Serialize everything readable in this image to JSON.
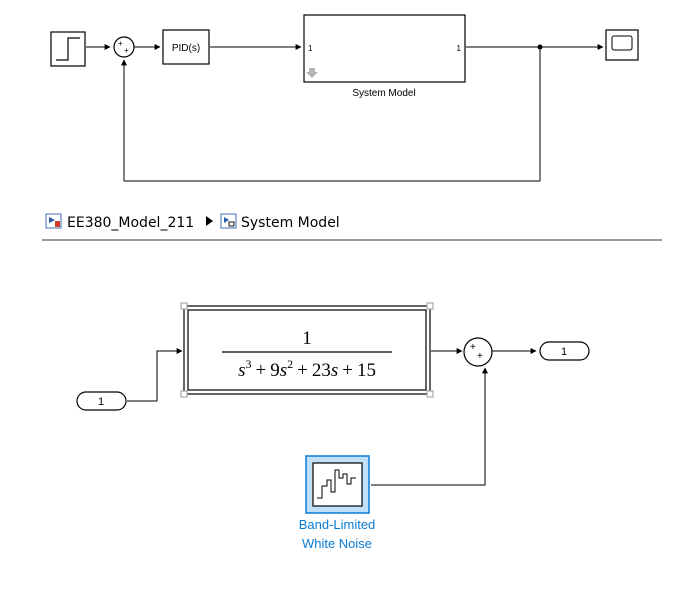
{
  "top_model": {
    "sum_signs": [
      "+",
      "+"
    ],
    "pid_label": "PID(s)",
    "subsystem": {
      "in_port": "1",
      "out_port": "1",
      "name": "System Model"
    }
  },
  "breadcrumb": {
    "items": [
      "EE380_Model_211",
      "System Model"
    ]
  },
  "sub_model": {
    "inport_label": "1",
    "outport_label": "1",
    "transfer_function": {
      "numerator": "1",
      "denominator_terms": [
        {
          "coef": "",
          "var": "s",
          "exp": "3"
        },
        {
          "op": "+",
          "coef": "9",
          "var": "s",
          "exp": "2"
        },
        {
          "op": "+",
          "coef": "23",
          "var": "s",
          "exp": ""
        },
        {
          "op": "+",
          "coef": "15",
          "var": "",
          "exp": ""
        }
      ]
    },
    "sum_signs": [
      "+",
      "+"
    ],
    "noise_block": {
      "name_line1": "Band-Limited",
      "name_line2": "White Noise"
    }
  },
  "colors": {
    "line": "#000000",
    "block_fill": "#ffffff",
    "selection": "#0a7bd3",
    "selection_bg": "#bfe0f8",
    "divider": "#9a9a9a"
  }
}
